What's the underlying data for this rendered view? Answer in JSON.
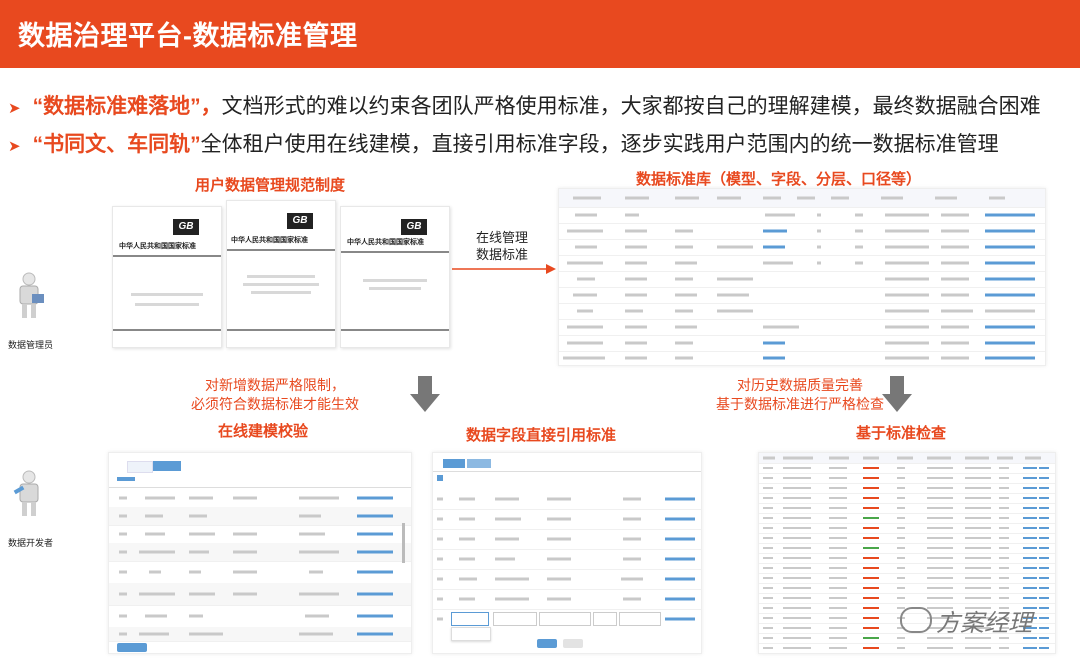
{
  "header": {
    "title": "数据治理平台-数据标准管理"
  },
  "bullets": [
    {
      "em": "“数据标准难落地”，",
      "text": "文档形式的难以约束各团队严格使用标准，大家都按自己的理解建模，最终数据融合困难"
    },
    {
      "em": "“书同文、车同轨”",
      "text": "全体租户使用在线建模，直接引用标准字段，逐步实践用户范围内的统一数据标准管理"
    }
  ],
  "sections": {
    "spec_title": "用户数据管理规范制度",
    "library_title": "数据标准库（模型、字段、分层、口径等）",
    "online_model_title": "在线建模校验",
    "field_ref_title": "数据字段直接引用标准",
    "check_title": "基于标准检查"
  },
  "flow_label": {
    "line1": "在线管理",
    "line2": "数据标准"
  },
  "notes": {
    "left_line1": "对新增数据严格限制，",
    "left_line2": "必须符合数据标准才能生效",
    "right_line1": "对历史数据质量完善",
    "right_line2": "基于数据标准进行严格检查"
  },
  "roles": {
    "admin": "数据管理员",
    "developer": "数据开发者"
  },
  "gb_docs": [
    {
      "logo": "GB",
      "title": "中华人民共和国国家标准"
    },
    {
      "logo": "GB",
      "title": "中华人民共和国国家标准"
    },
    {
      "logo": "GB",
      "title": "中华人民共和国国家标准"
    }
  ],
  "watermark": {
    "text": "方案经理"
  },
  "colors": {
    "accent": "#e8491f",
    "link": "#5b9bd5",
    "arrow": "#777777"
  }
}
